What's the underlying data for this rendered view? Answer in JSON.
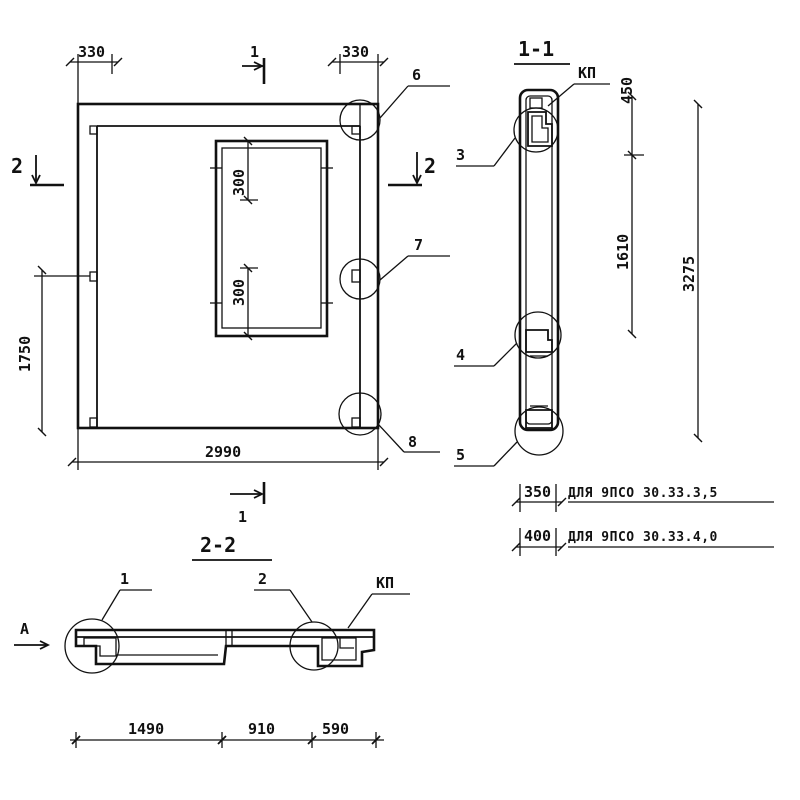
{
  "plan": {
    "dims": {
      "top_left": "330",
      "top_right": "330",
      "left_height": "1750",
      "bottom_width": "2990",
      "opening_top": "300",
      "opening_bottom": "300"
    },
    "section_marks": {
      "top": "1",
      "bottom": "1",
      "left": "2",
      "right": "2"
    },
    "callouts": {
      "c6": "6",
      "c7": "7",
      "c8": "8"
    }
  },
  "section_1_1": {
    "title": "1-1",
    "kp": "КП",
    "dims": {
      "d450": "450",
      "d1610": "1610",
      "d3275": "3275"
    },
    "callouts": {
      "c3": "3",
      "c4": "4",
      "c5": "5"
    }
  },
  "notes": [
    {
      "value": "350",
      "text": "ДЛЯ 9ПСО 30.33.3,5"
    },
    {
      "value": "400",
      "text": "ДЛЯ 9ПСО 30.33.4,0"
    }
  ],
  "section_2_2": {
    "title": "2-2",
    "view_mark": "А",
    "kp": "КП",
    "callouts": {
      "c1": "1",
      "c2": "2"
    },
    "dims": {
      "d1490": "1490",
      "d910": "910",
      "d590": "590"
    }
  }
}
